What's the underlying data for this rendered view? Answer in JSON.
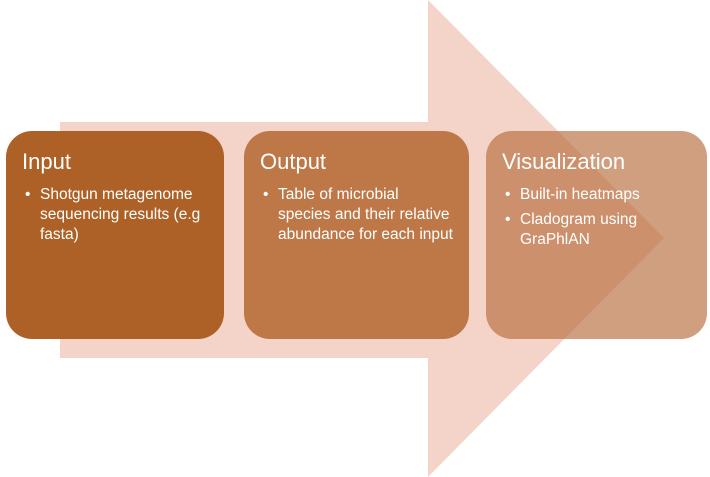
{
  "colors": {
    "arrow_fill": "#f4d3c9",
    "input_box": "#ad6127",
    "output_box": "#b96a33",
    "visualization_box": "#c8946c"
  },
  "steps": [
    {
      "title": "Input",
      "bullets": [
        "Shotgun metagenome sequencing results (e.g fasta)"
      ]
    },
    {
      "title": "Output",
      "bullets": [
        "Table of microbial species and their relative abundance for each input"
      ]
    },
    {
      "title": "Visualization",
      "bullets": [
        "Built-in heatmaps",
        "Cladogram using GraPhlAN"
      ]
    }
  ]
}
